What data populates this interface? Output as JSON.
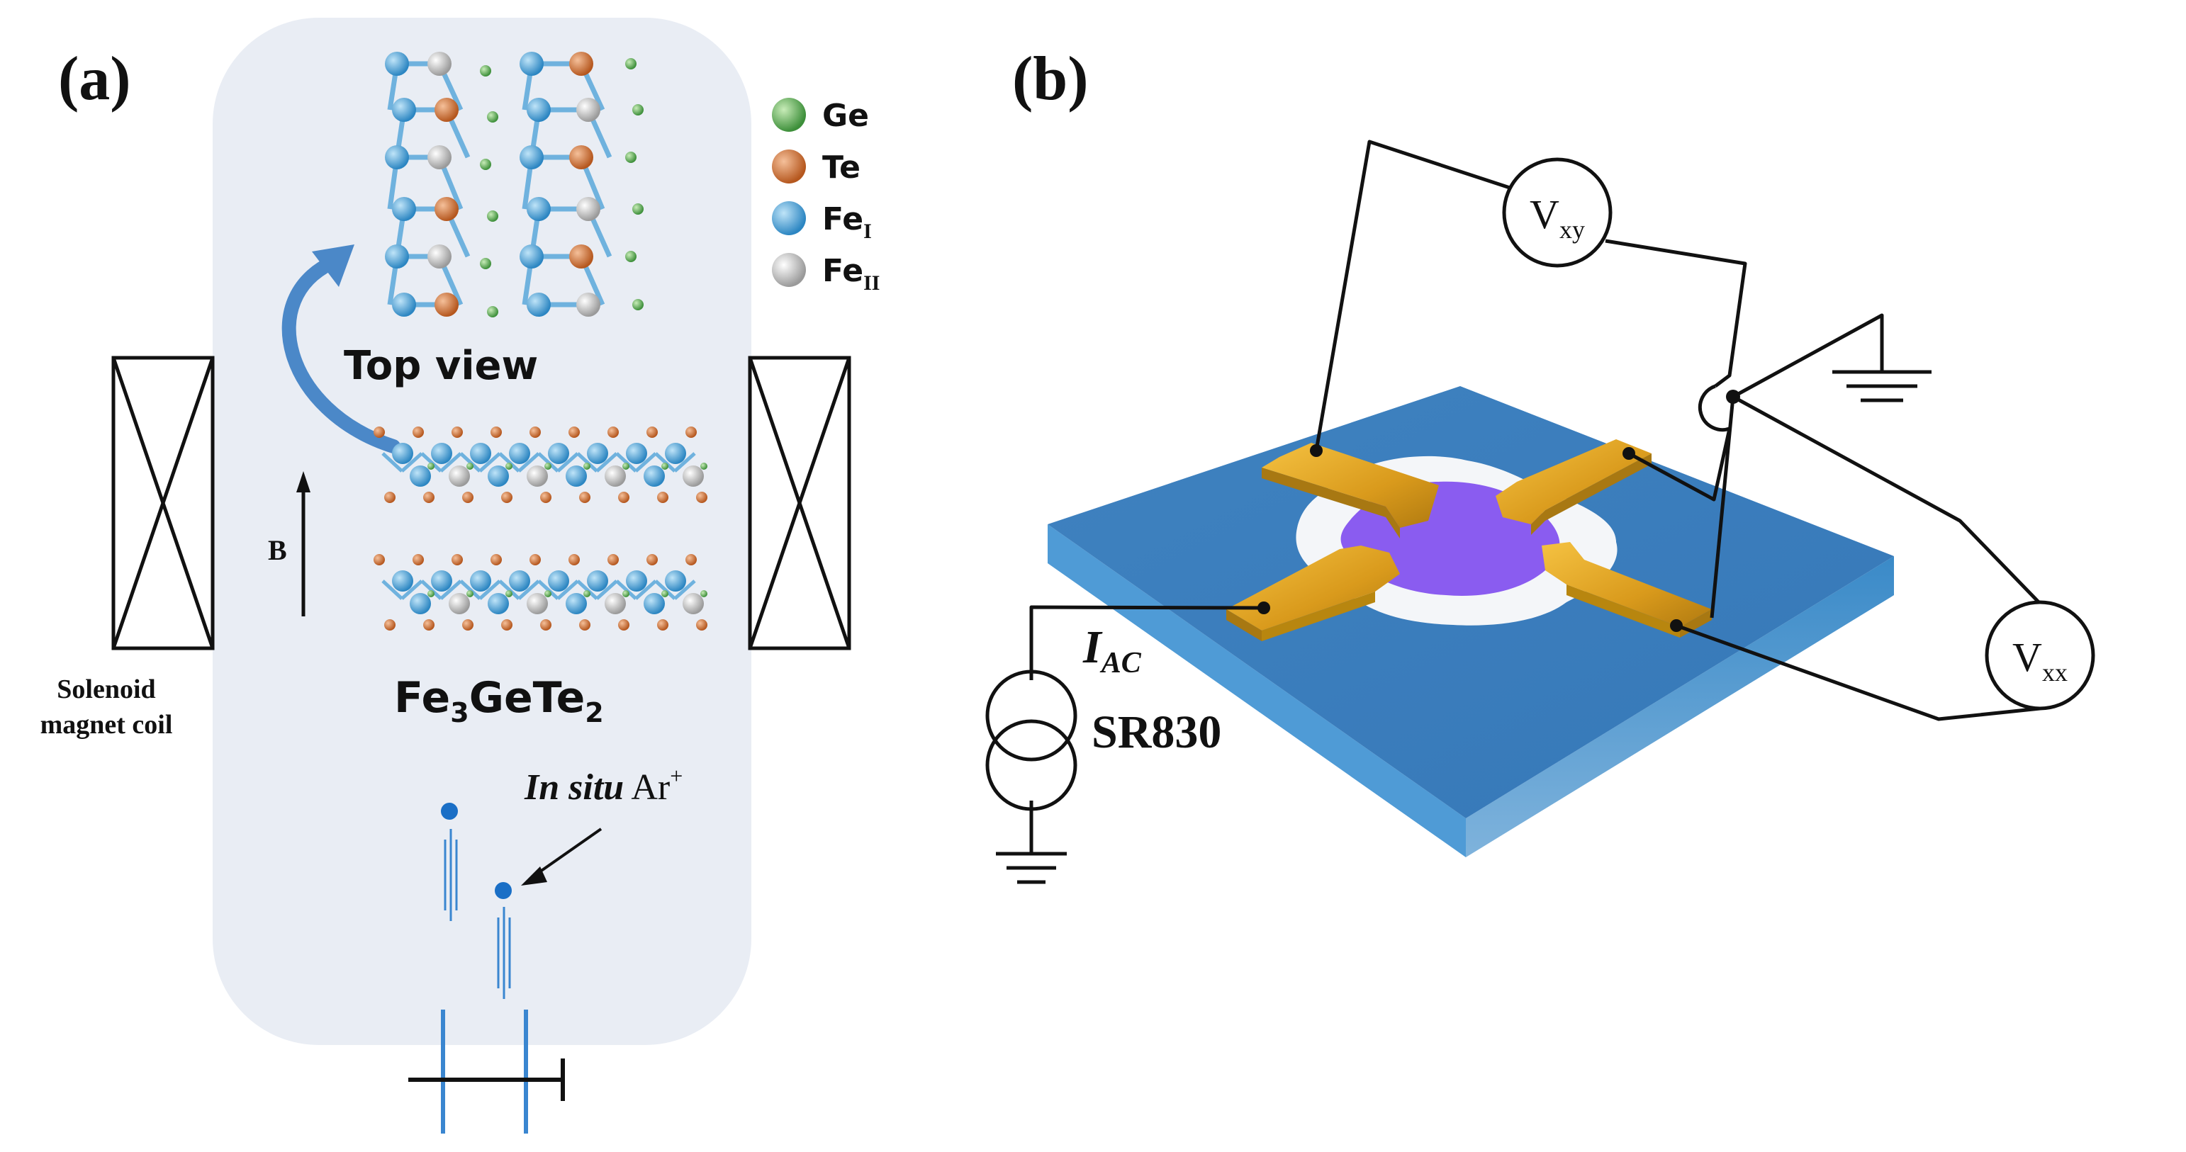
{
  "panel_a": {
    "label": "(a)",
    "legend": [
      {
        "sym": "Ge",
        "sub": "",
        "color": "#5aa64a"
      },
      {
        "sym": "Te",
        "sub": "",
        "color": "#c8743b"
      },
      {
        "sym": "Fe",
        "sub": "I",
        "color": "#4aa0d4"
      },
      {
        "sym": "Fe",
        "sub": "II",
        "color": "#b8b8b8"
      }
    ],
    "top_view_label": "Top view",
    "field_label": "B",
    "coil_label_line1": "Solenoid",
    "coil_label_line2": "magnet coil",
    "material_part1": "Fe",
    "material_sub1": "3",
    "material_part2": "GeTe",
    "material_sub2": "2",
    "ion_label_italic": "In situ",
    "ion_label_plain": " Ar",
    "ion_label_sup": "+"
  },
  "panel_b": {
    "label": "(b)",
    "vxy_main": "V",
    "vxy_sub": "xy",
    "vxx_main": "V",
    "vxx_sub": "xx",
    "iac_main": "I",
    "iac_sub": "AC",
    "instrument": "SR830"
  },
  "colors": {
    "chamber": "#e8ecf3",
    "substrate_top": "#4187c4",
    "substrate_side": "#2c6aa6",
    "gold": "#d9a020",
    "gold_dark": "#a87812",
    "sample": "#8a5cf0",
    "arrow_blue": "#4b88c8",
    "ion_blue": "#1a6fc6",
    "line_blue": "#3a86d0"
  }
}
